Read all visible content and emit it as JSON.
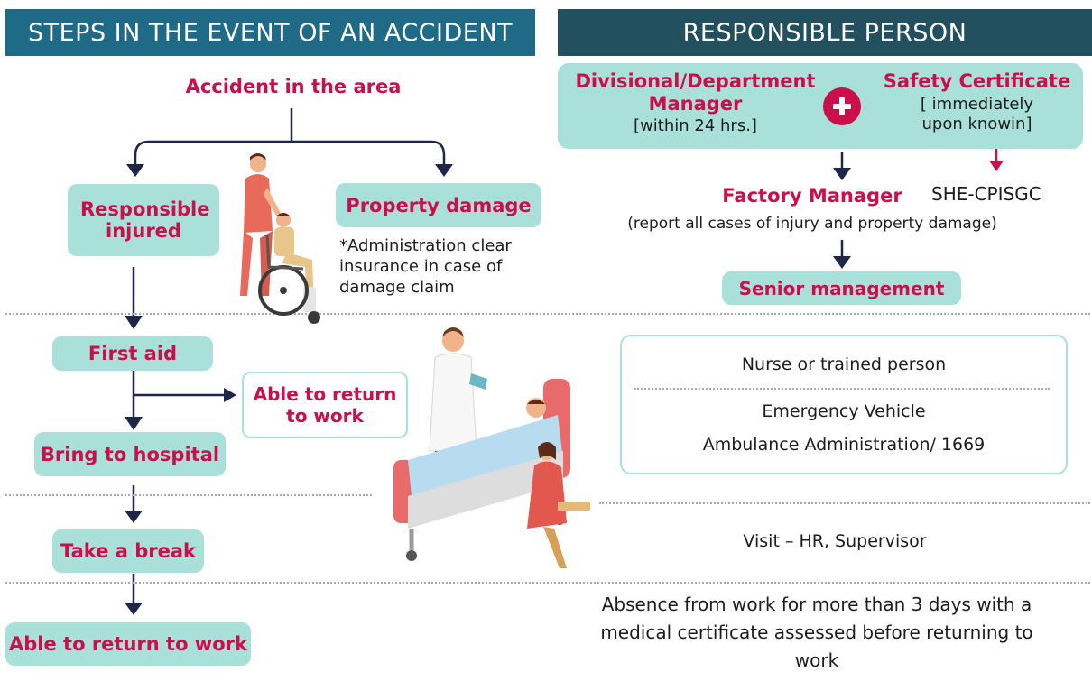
{
  "headers": {
    "left": "STEPS IN THE EVENT OF AN ACCIDENT",
    "right": "RESPONSIBLE PERSON"
  },
  "colors": {
    "header_left": "#1f6a86",
    "header_right": "#23505e",
    "box_fill": "#a9e0d9",
    "accent_red": "#cc0e4a",
    "arrow": "#1e2749"
  },
  "flow": {
    "accident": "Accident in the area",
    "responsible_injured": "Responsible injured",
    "property_damage": "Property damage",
    "property_note": "*Administration clear insurance in case of damage claim",
    "first_aid": "First aid",
    "able_return_side": "Able to return to work",
    "bring_hospital": "Bring to hospital",
    "take_break": "Take a break",
    "able_return_final": "Able to return to work"
  },
  "responsible": {
    "div_manager": "Divisional/Department Manager",
    "div_manager_time": "[within 24 hrs.]",
    "safety_cert": "Safety Certificate",
    "safety_cert_time": "[ immediately upon knowin]",
    "factory_manager": "Factory Manager",
    "she": "SHE-CPISGC",
    "report_note": "(report all cases of injury and property damage)",
    "senior": "Senior management",
    "nurse": "Nurse or trained person",
    "vehicle": "Emergency Vehicle",
    "ambulance": "Ambulance Administration/ 1669",
    "visit": "Visit – HR, Supervisor",
    "absence": "Absence from work for more than 3 days with a medical certificate assessed before returning to work"
  },
  "illustrations": {
    "wheelchair": "nurse-pushing-wheelchair-illustration",
    "hospital": "doctor-patient-hospital-bed-illustration"
  }
}
